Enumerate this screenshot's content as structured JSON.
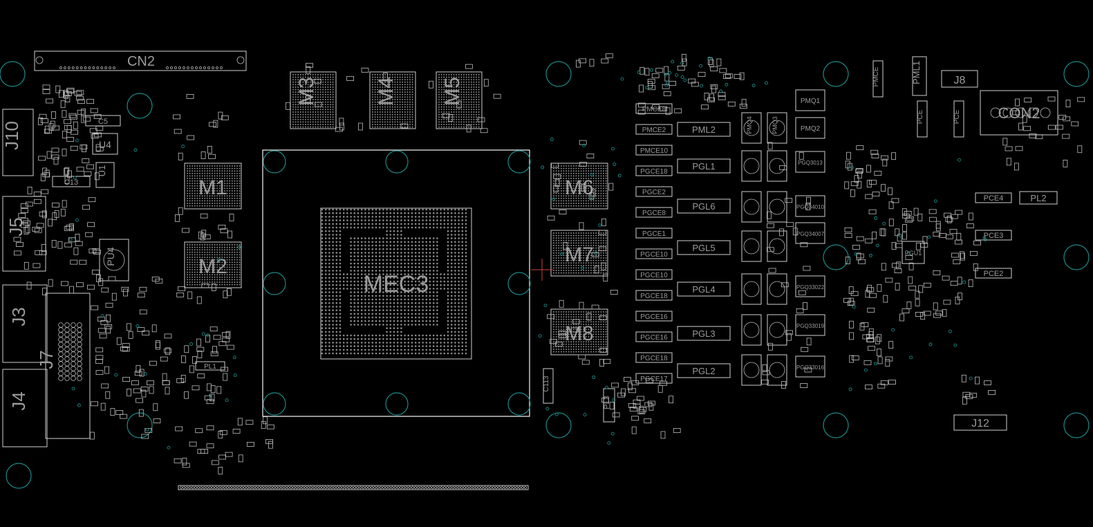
{
  "board": {
    "background": "#000000",
    "outline_color": "#cfcfcf",
    "hole_color": "#1a8a8a",
    "label_color": "#9a9a9a",
    "gpu": {
      "label": "MEC3"
    },
    "memory": [
      {
        "label": "M1"
      },
      {
        "label": "M2"
      },
      {
        "label": "M3"
      },
      {
        "label": "M4"
      },
      {
        "label": "M5"
      },
      {
        "label": "M6"
      },
      {
        "label": "M7"
      },
      {
        "label": "M8"
      }
    ],
    "connectors": [
      {
        "label": "CN2"
      },
      {
        "label": "J10"
      },
      {
        "label": "J5"
      },
      {
        "label": "J3"
      },
      {
        "label": "J7"
      },
      {
        "label": "J4"
      },
      {
        "label": "J8"
      },
      {
        "label": "CON2"
      },
      {
        "label": "J12"
      }
    ],
    "components_left": [
      {
        "label": "C5"
      },
      {
        "label": "U4"
      },
      {
        "label": "U1"
      },
      {
        "label": "C13"
      },
      {
        "label": "PU4"
      },
      {
        "label": "PL1"
      }
    ],
    "phases_left_column": [
      "PMCE8",
      "PMCE2",
      "PMCE10",
      "PGCE18",
      "PGCE2",
      "PGCE8",
      "PGCE1",
      "PGCE10",
      "PGCE10",
      "PGCE18",
      "PGCE16",
      "PGCE16",
      "PGCE18",
      "PGCE17"
    ],
    "inductors": [
      "PML2",
      "PGL1",
      "PGL6",
      "PGL5",
      "PGL4",
      "PGL3",
      "PGL2"
    ],
    "mosfets": [
      "PMQ4",
      "PMQ3",
      "PMQ1",
      "PMQ2"
    ],
    "phase_q": [
      "PGQ3013",
      "PGQ34010",
      "PGQ34007",
      "PGQ33022",
      "PGQ33019",
      "PGQ33016"
    ],
    "right_side": [
      {
        "label": "PMCE"
      },
      {
        "label": "PML1"
      },
      {
        "label": "PCE"
      },
      {
        "label": "PCE"
      },
      {
        "label": "PCE4"
      },
      {
        "label": "PL2"
      },
      {
        "label": "PCE3"
      },
      {
        "label": "PCE2"
      },
      {
        "label": "PGU1"
      },
      {
        "label": "PL3"
      },
      {
        "label": "C113"
      }
    ]
  }
}
